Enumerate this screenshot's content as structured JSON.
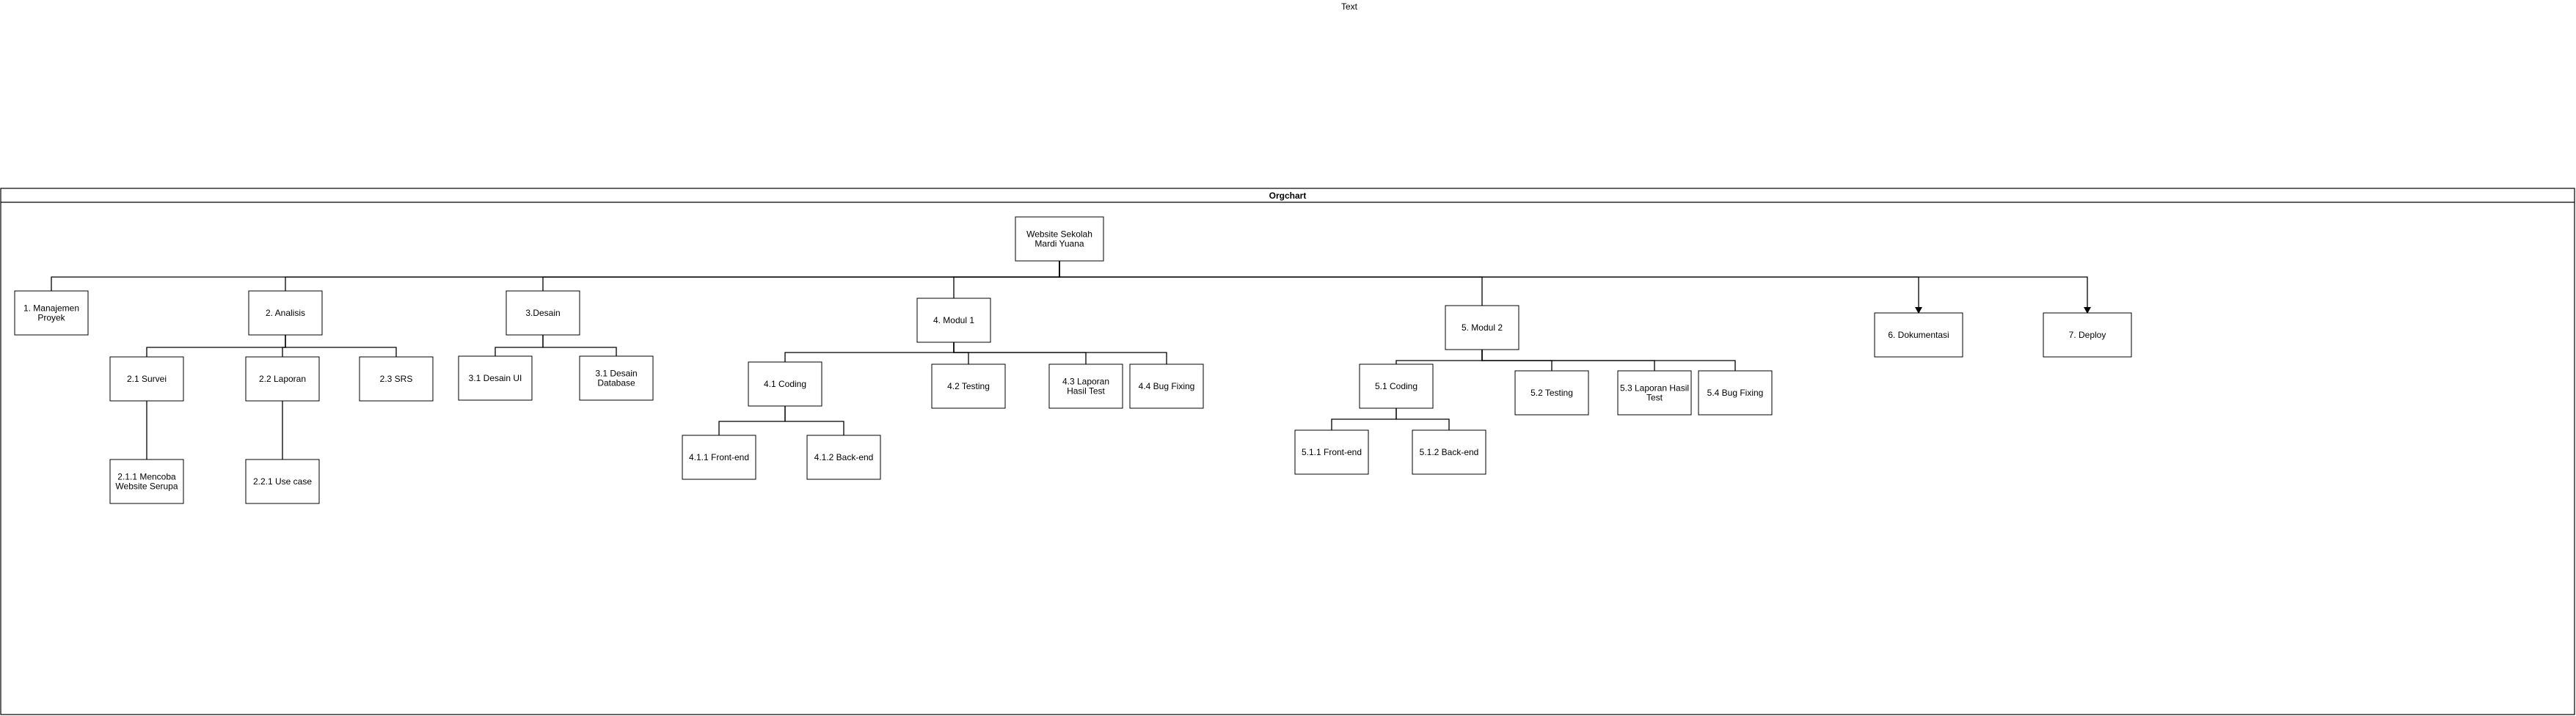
{
  "free_text": "Text",
  "container": {
    "title": "Orgchart"
  },
  "nodes": {
    "root": [
      "Website Sekolah",
      "Mardi Yuana"
    ],
    "n1": [
      "1. Manajemen",
      "Proyek"
    ],
    "n2": [
      "2. Analisis"
    ],
    "n21": [
      "2.1 Survei"
    ],
    "n211": [
      "2.1.1 Mencoba",
      "Website Serupa"
    ],
    "n22": [
      "2.2 Laporan"
    ],
    "n221": [
      "2.2.1 Use case"
    ],
    "n23": [
      "2.3 SRS"
    ],
    "n3": [
      "3.Desain"
    ],
    "n31": [
      "3.1 Desain UI"
    ],
    "n32": [
      "3.1 Desain",
      "Database"
    ],
    "n4": [
      "4. Modul 1"
    ],
    "n41": [
      "4.1 Coding"
    ],
    "n411": [
      "4.1.1 Front-end"
    ],
    "n412": [
      "4.1.2 Back-end"
    ],
    "n42": [
      "4.2 Testing"
    ],
    "n43": [
      "4.3 Laporan",
      "Hasil Test"
    ],
    "n44": [
      "4.4 Bug Fixing"
    ],
    "n5": [
      "5. Modul 2"
    ],
    "n51": [
      "5.1 Coding"
    ],
    "n511": [
      "5.1.1 Front-end"
    ],
    "n512": [
      "5.1.2 Back-end"
    ],
    "n52": [
      "5.2 Testing"
    ],
    "n53": [
      "5.3 Laporan Hasil",
      "Test"
    ],
    "n54": [
      "5.4 Bug Fixing"
    ],
    "n6": [
      "6. Dokumentasi"
    ],
    "n7": [
      "7. Deploy"
    ]
  },
  "edges": [
    [
      "root",
      "n1"
    ],
    [
      "root",
      "n2"
    ],
    [
      "root",
      "n3"
    ],
    [
      "root",
      "n4"
    ],
    [
      "root",
      "n5"
    ],
    [
      "root",
      "n6"
    ],
    [
      "root",
      "n7"
    ],
    [
      "n2",
      "n21"
    ],
    [
      "n2",
      "n22"
    ],
    [
      "n2",
      "n23"
    ],
    [
      "n21",
      "n211"
    ],
    [
      "n22",
      "n221"
    ],
    [
      "n3",
      "n31"
    ],
    [
      "n3",
      "n32"
    ],
    [
      "n4",
      "n41"
    ],
    [
      "n4",
      "n42"
    ],
    [
      "n4",
      "n43"
    ],
    [
      "n4",
      "n44"
    ],
    [
      "n41",
      "n411"
    ],
    [
      "n41",
      "n412"
    ],
    [
      "n5",
      "n51"
    ],
    [
      "n5",
      "n52"
    ],
    [
      "n5",
      "n53"
    ],
    [
      "n5",
      "n54"
    ],
    [
      "n51",
      "n511"
    ],
    [
      "n51",
      "n512"
    ]
  ]
}
